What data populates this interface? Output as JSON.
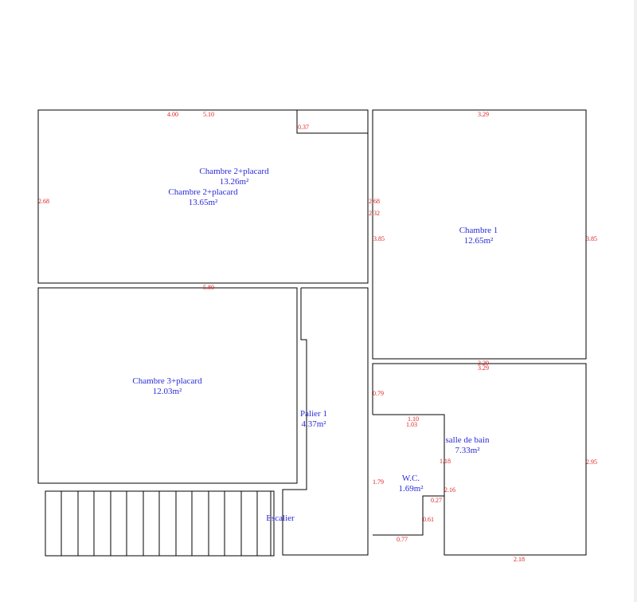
{
  "colors": {
    "room_label": "#2a2ad8",
    "dimension": "#e02020",
    "wall": "#000000"
  },
  "rooms": {
    "chambre2_a": {
      "name": "Chambre 2+placard",
      "area": "13.26m²"
    },
    "chambre2_b": {
      "name": "Chambre 2+placard",
      "area": "13.65m²"
    },
    "chambre1": {
      "name": "Chambre 1",
      "area": "12.65m²"
    },
    "chambre3": {
      "name": "Chambre 3+placard",
      "area": "12.03m²"
    },
    "palier": {
      "name": "Palier 1",
      "area": "4.37m²"
    },
    "sdb": {
      "name": "salle de bain",
      "area": "7.33m²"
    },
    "wc": {
      "name": "W.C.",
      "area": "1.69m²"
    },
    "escalier": {
      "name": "Escalier"
    }
  },
  "dims": {
    "top_400": "4.00",
    "top_510": "5.10",
    "closet_037": "0.37",
    "left_268": "2.68",
    "mid_268": "2.68",
    "mid_232": "2.32",
    "mid_580": "5.80",
    "ch1_top": "3.29",
    "ch1_left": "3.85",
    "ch1_right": "3.85",
    "ch1_bottom": "3.29",
    "sdb_top": "3.29",
    "sdb_079": "0.79",
    "sdb_110": "1.10",
    "sdb_103": "1.03",
    "sdb_118": "1.18",
    "sdb_right": "2.95",
    "wc_179": "1.79",
    "wc_216": "2.16",
    "wc_027": "0.27",
    "wc_061": "0.61",
    "wc_077": "0.77",
    "sdb_218": "2.18"
  }
}
